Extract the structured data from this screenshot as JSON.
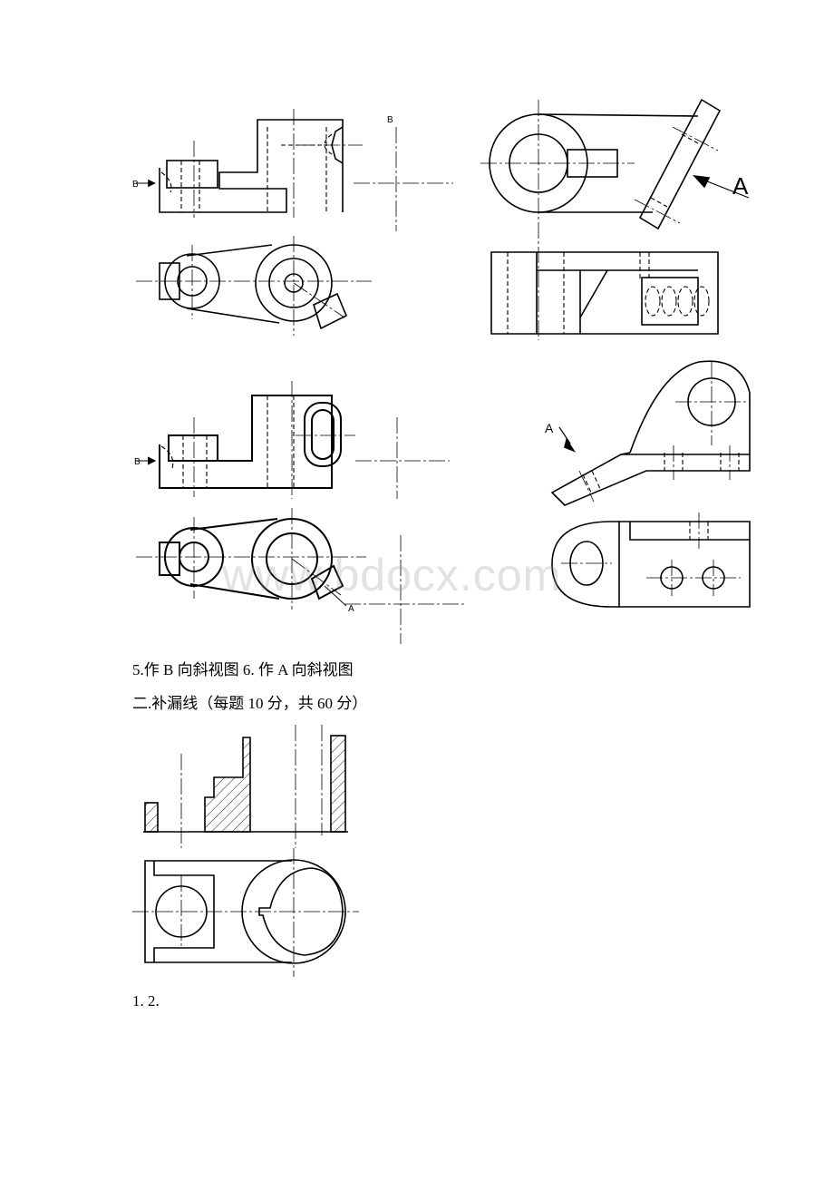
{
  "caption_5_6": "5.作 B 向斜视图 6. 作 A 向斜视图",
  "section_heading": "二.补漏线（每题 10 分，共 60 分）",
  "caption_1_2": "1. 2.",
  "watermark": "www.bdocx.com",
  "labels": {
    "fig1_b_top": "B",
    "fig1_b_left": "B",
    "fig2_a": "A",
    "fig3_b_left": "B",
    "fig3_a": "A",
    "fig4_a": "A"
  }
}
